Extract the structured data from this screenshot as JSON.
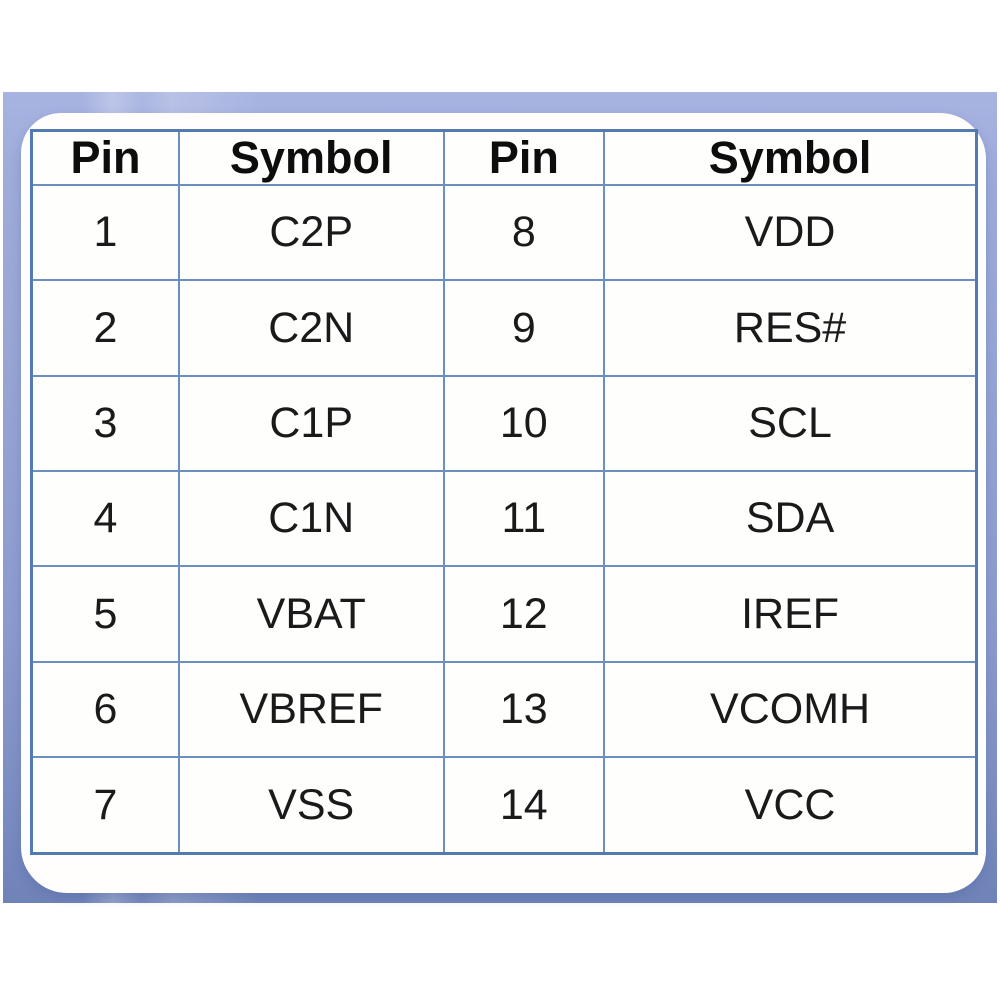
{
  "chart_data": {
    "type": "table",
    "columns": [
      "Pin",
      "Symbol",
      "Pin",
      "Symbol"
    ],
    "rows": [
      [
        "1",
        "C2P",
        "8",
        "VDD"
      ],
      [
        "2",
        "C2N",
        "9",
        "RES#"
      ],
      [
        "3",
        "C1P",
        "10",
        "SCL"
      ],
      [
        "4",
        "C1N",
        "11",
        "SDA"
      ],
      [
        "5",
        "VBAT",
        "12",
        "IREF"
      ],
      [
        "6",
        "VBREF",
        "13",
        "VCOMH"
      ],
      [
        "7",
        "VSS",
        "14",
        "VCC"
      ]
    ],
    "layout": {
      "grid": "on",
      "header_bold": true
    }
  },
  "colors": {
    "background_top": "#a7b3e1",
    "background_bottom": "#7083b8",
    "card": "#fffefc",
    "grid_line": "#6b8fc0",
    "outer_border": "#527cb0",
    "text": "#1a1a1a"
  }
}
